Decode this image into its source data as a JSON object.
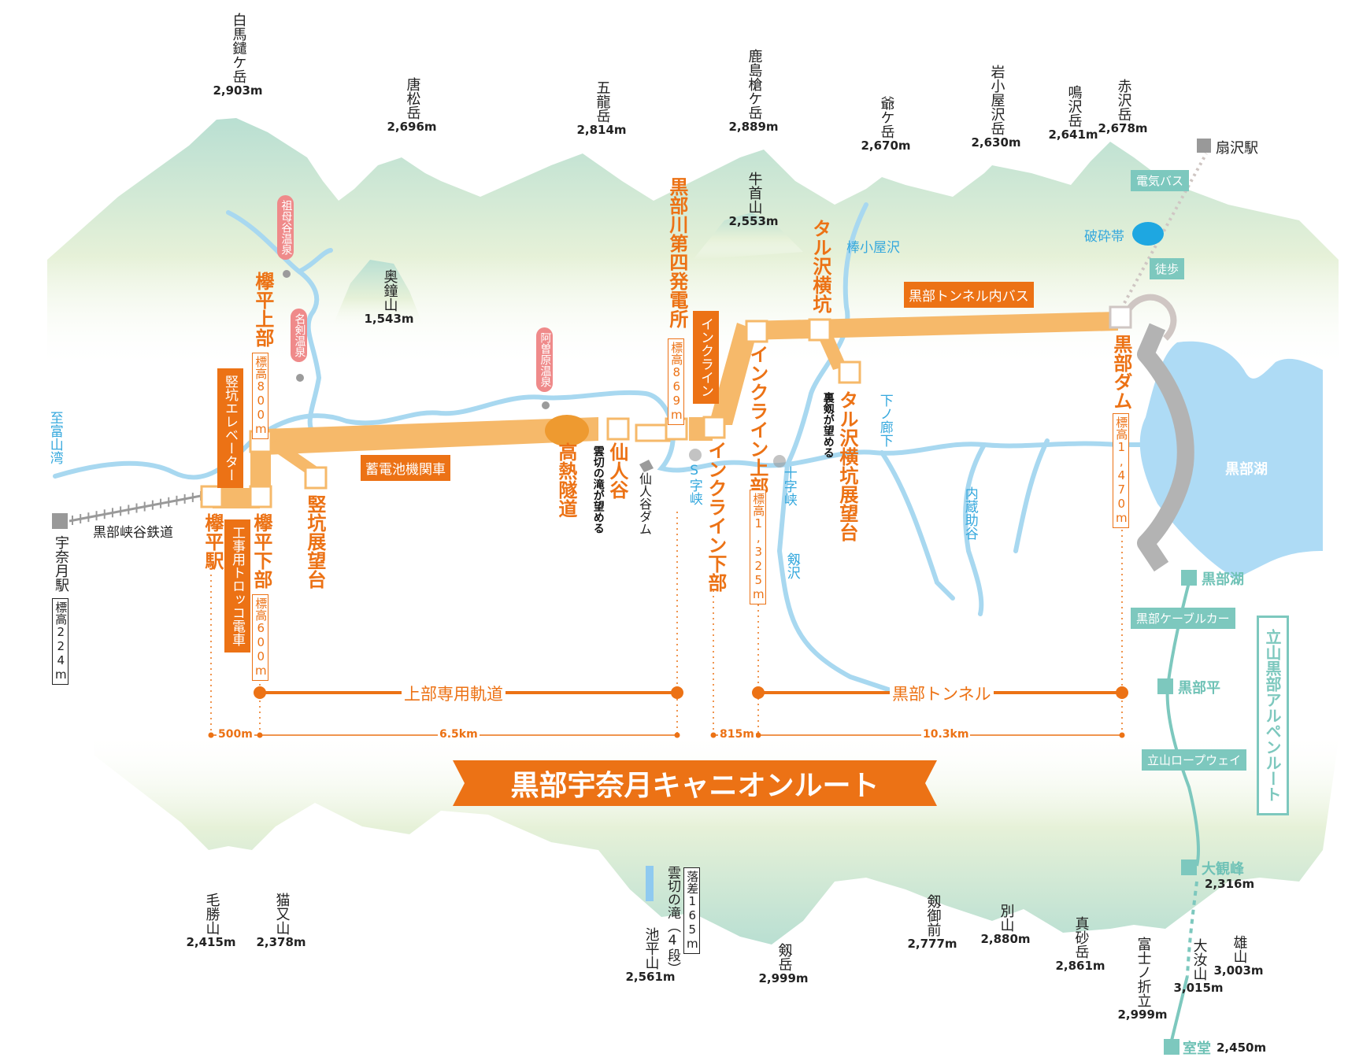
{
  "title": "黒部宇奈月キャニオンルート",
  "colors": {
    "route_orange": "#ec7215",
    "route_light": "#f6b96a",
    "river_blue": "#a8d8f0",
    "lake_blue": "#aedbf5",
    "teal": "#7dc8be",
    "onsen_pink": "#ef8a8a",
    "dam_gray": "#b3b3b3"
  },
  "peaks_top": [
    {
      "name": "白馬鑓ケ岳",
      "elevation": "2,903m"
    },
    {
      "name": "唐松岳",
      "elevation": "2,696m"
    },
    {
      "name": "五龍岳",
      "elevation": "2,814m"
    },
    {
      "name": "鹿島槍ケ岳",
      "elevation": "2,889m"
    },
    {
      "name": "爺ケ岳",
      "elevation": "2,670m"
    },
    {
      "name": "岩小屋沢岳",
      "elevation": "2,630m"
    },
    {
      "name": "鳴沢岳",
      "elevation": "2,641m"
    },
    {
      "name": "赤沢岳",
      "elevation": "2,678m"
    },
    {
      "name": "奥鐘山",
      "elevation": "1,543m"
    },
    {
      "name": "牛首山",
      "elevation": "2,553m"
    }
  ],
  "peaks_bottom": [
    {
      "name": "毛勝山",
      "elevation": "2,415m"
    },
    {
      "name": "猫又山",
      "elevation": "2,378m"
    },
    {
      "name": "池平山",
      "elevation": "2,561m"
    },
    {
      "name": "剱岳",
      "elevation": "2,999m"
    },
    {
      "name": "剱御前",
      "elevation": "2,777m"
    },
    {
      "name": "別山",
      "elevation": "2,880m"
    },
    {
      "name": "真砂岳",
      "elevation": "2,861m"
    },
    {
      "name": "富士ノ折立",
      "elevation": "2,999m"
    },
    {
      "name": "大汝山",
      "elevation": "3,015m"
    },
    {
      "name": "雄山",
      "elevation": "3,003m"
    }
  ],
  "stations": {
    "unazuki": {
      "name": "宇奈月駅",
      "elevation": "標高224m"
    },
    "keyakidaira": {
      "name": "欅平駅"
    },
    "keyakidaira_lower": {
      "name": "欅平下部",
      "elevation": "標高600m"
    },
    "keyakidaira_upper": {
      "name": "欅平上部",
      "elevation": "標高800m"
    },
    "tatekou_view": {
      "name": "竪坑展望台"
    },
    "kounetsu": {
      "name": "高熱隧道"
    },
    "sennindani": {
      "name": "仙人谷",
      "note": "雲切の滝が望める"
    },
    "power_plant": {
      "name": "黒部川第四発電所",
      "elevation": "標高869m"
    },
    "incline_lower": {
      "name": "インクライン下部"
    },
    "incline_upper": {
      "name": "インクライン上部",
      "elevation": "標高1,325m"
    },
    "taruzawa": {
      "name": "タル沢横坑"
    },
    "taruzawa_view": {
      "name": "タル沢横坑展望台",
      "note": "裏剱が望める"
    },
    "kurobe_dam": {
      "name": "黒部ダム",
      "elevation": "標高1,470m"
    }
  },
  "transport_tags": {
    "elevator": "竪坑エレベーター",
    "trolley": "工事用トロッコ電車",
    "battery_loco": "蓄電池機関車",
    "incline": "インクライン",
    "tunnel_bus": "黒部トンネル内バス",
    "railway": "黒部峡谷鉄道"
  },
  "rivers": {
    "toyama_bay": "至富山湾",
    "bokoyazawa": "棒小屋沢",
    "s_gorge": "S字峡",
    "juji_gorge": "十字峡",
    "tsurugisawa": "剱沢",
    "shimonoroka": "下ノ廊下",
    "uchikurasuke": "内蔵助谷",
    "kurobeko": "黒部湖"
  },
  "onsen": [
    "祖母谷温泉",
    "名剣温泉",
    "阿曽原温泉"
  ],
  "landmarks": {
    "sennindani_dam": "仙人谷ダム",
    "fault_zone": "破砕帯",
    "unkiri_falls": "雲切の滝（4段）",
    "falls_drop": "落差165m"
  },
  "alpine_route": {
    "title": "立山黒部アルペンルート",
    "ogisawa": "扇沢駅",
    "electric_bus": "電気バス",
    "walk": "徒歩",
    "kurobeko_stn": "黒部湖",
    "cable_car": "黒部ケーブルカー",
    "kurobedaira": "黒部平",
    "ropeway": "立山ロープウェイ",
    "daikanbo": {
      "name": "大観峰",
      "elevation": "2,316m"
    },
    "murodo": {
      "name": "室堂",
      "elevation": "2,450m"
    }
  },
  "segments": [
    {
      "label": "上部専用軌道"
    },
    {
      "label": "黒部トンネル"
    }
  ],
  "distances": [
    "500m",
    "6.5km",
    "815m",
    "10.3km"
  ]
}
